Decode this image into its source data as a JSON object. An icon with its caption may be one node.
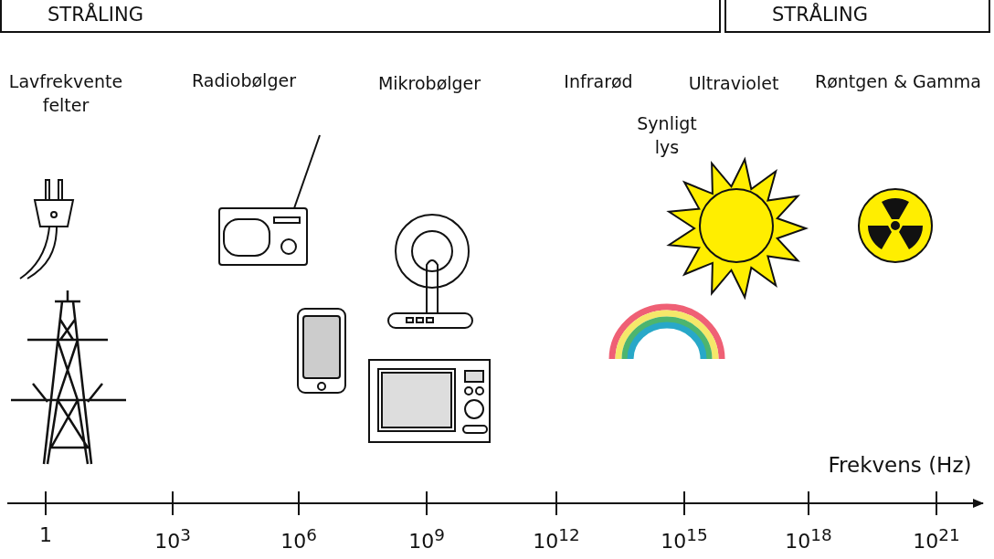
{
  "diagram": {
    "nodes": [
      {
        "text": [
          "STRÅLING"
        ]
      },
      {
        "text": [
          "STRÅLING"
        ]
      }
    ],
    "labels": [
      "Lavfrekvente felter",
      "Radiobølger",
      "Mikrobølger",
      "Infrarød",
      "Ultraviolet",
      "Røntgen & Gamma",
      "Synligt lys",
      "Frekvens (Hz)",
      "1",
      "10$^{3}$",
      "10$^{6}$",
      "10$^{9}$",
      "10$^{12}$",
      "10$^{15}$",
      "10$^{18}$",
      "10$^{21}$"
    ]
  }
}
